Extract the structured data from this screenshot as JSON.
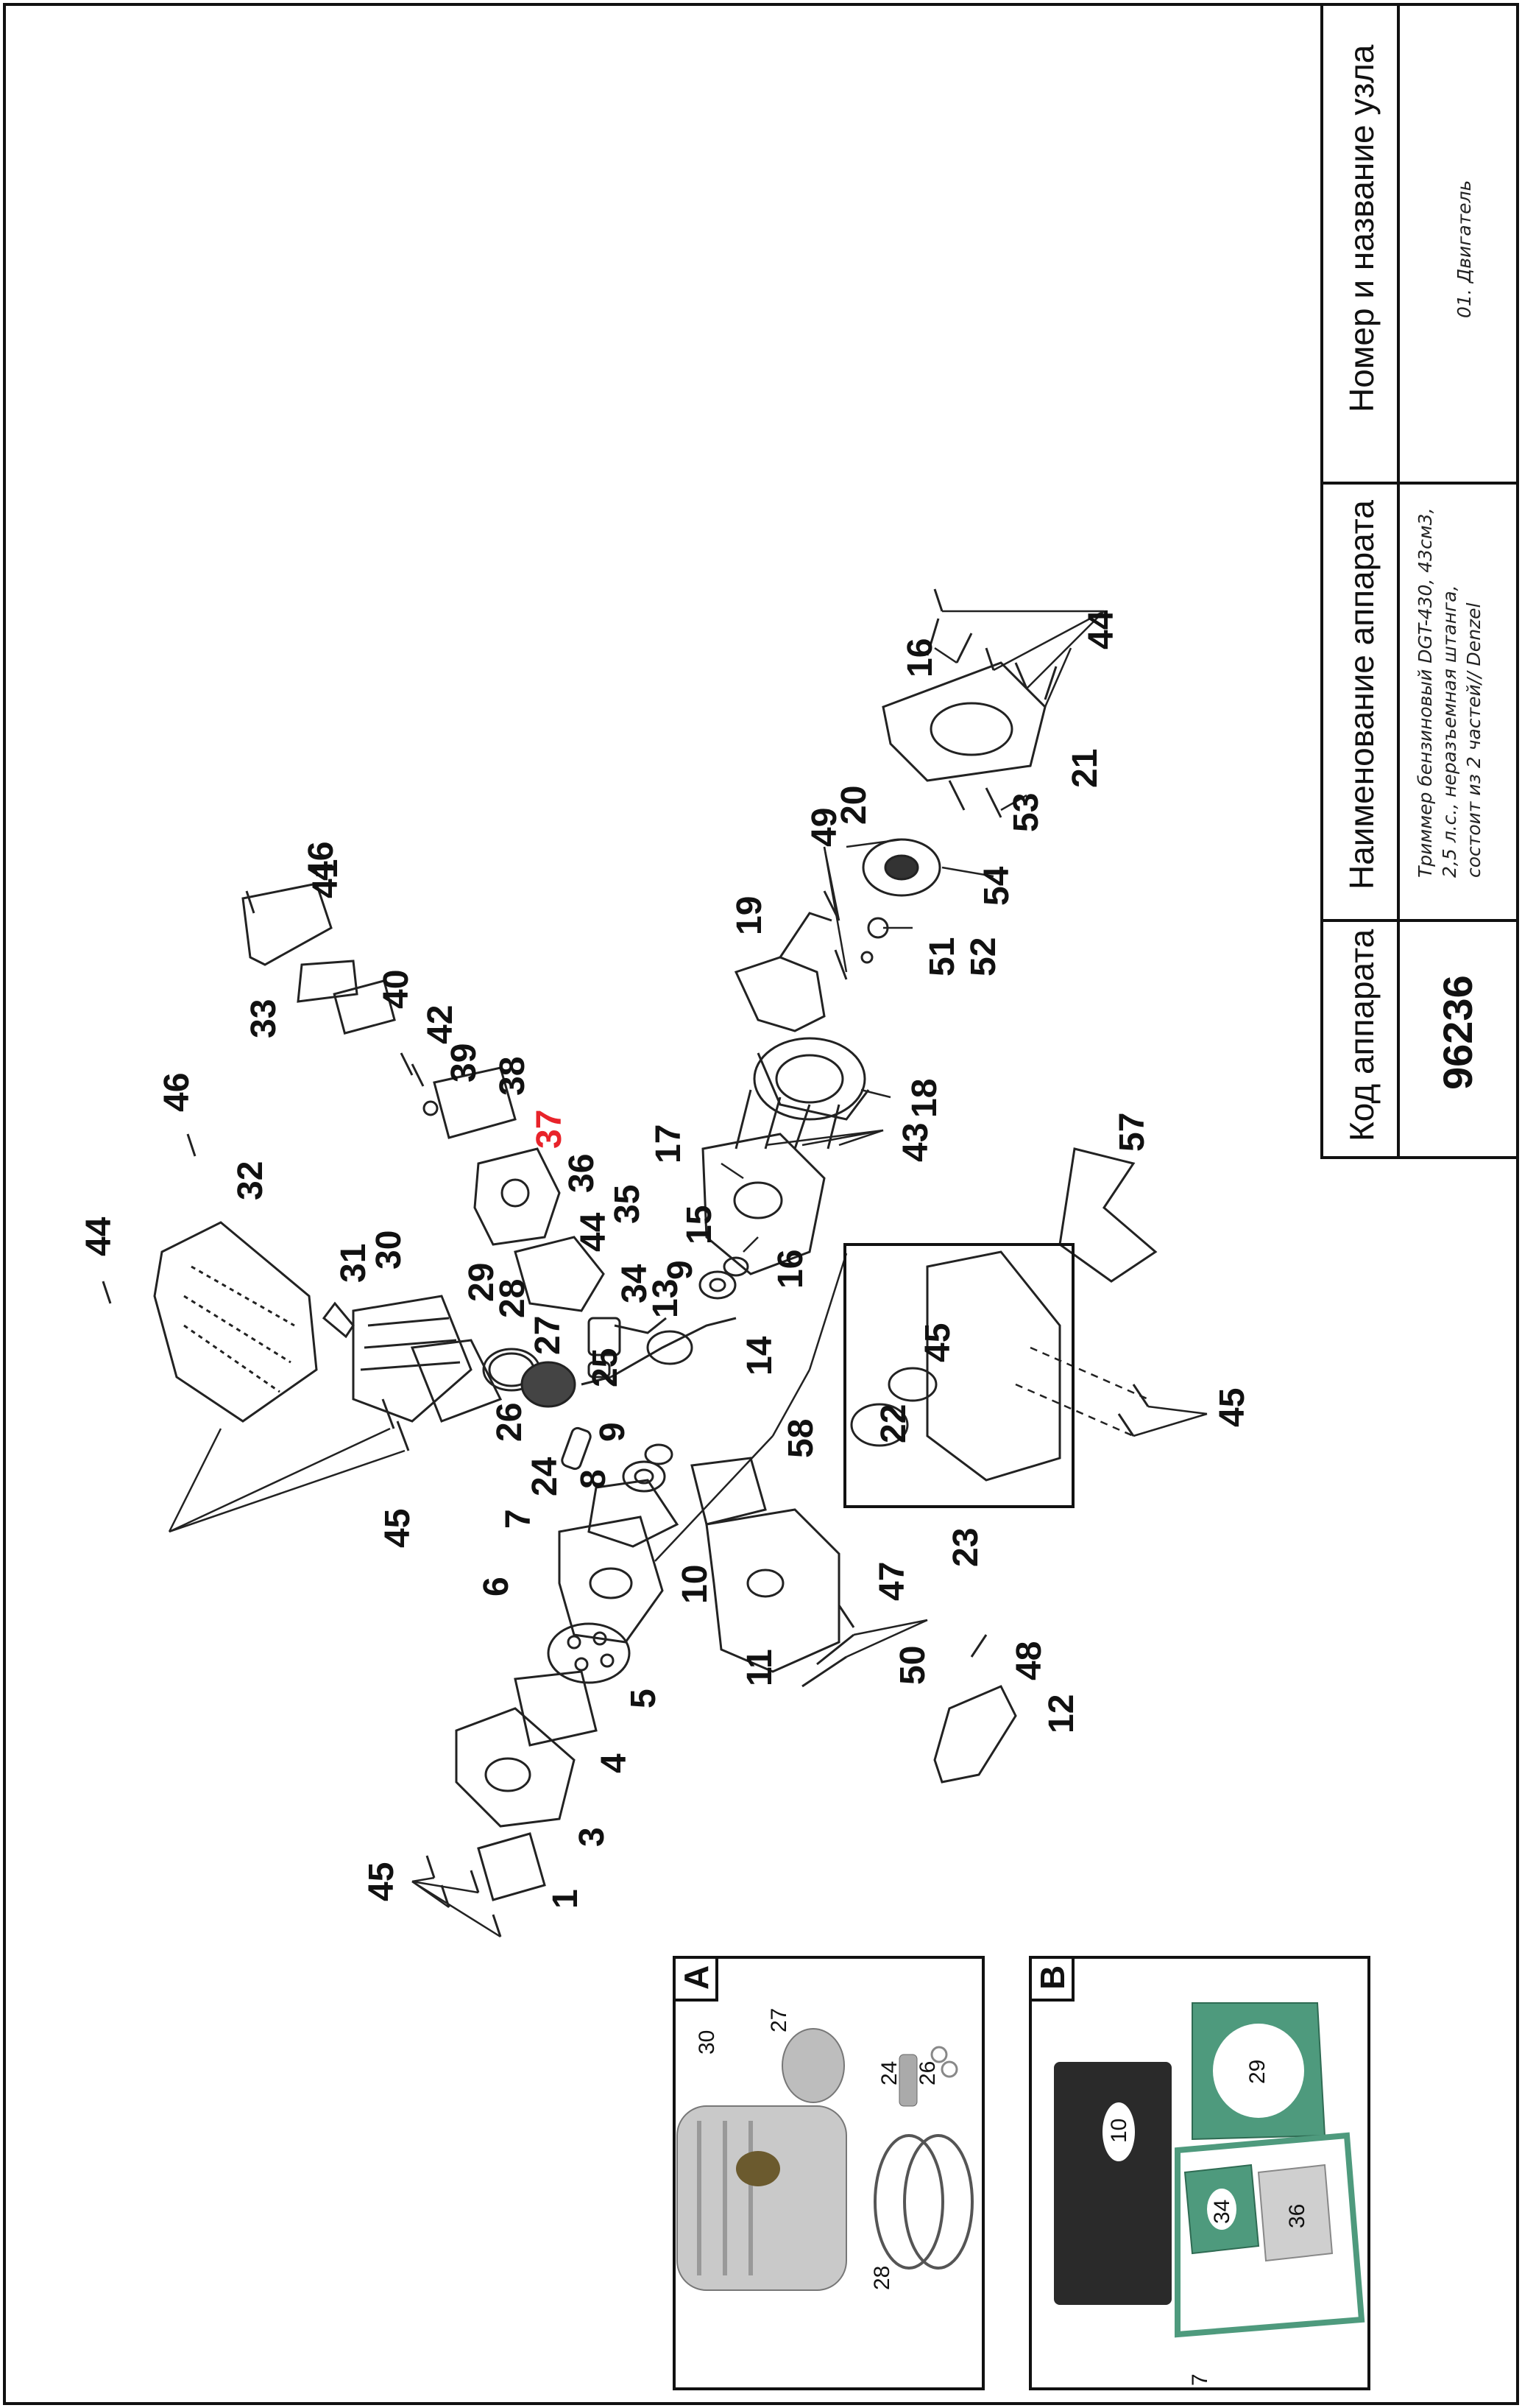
{
  "title_block": {
    "col_code_header": "Код аппарата",
    "col_name_header": "Наименование аппарата",
    "col_node_header": "Номер и название узла",
    "code_value": "96236",
    "name_line1": "Триммер бензиновый DGT-430, 43см3,",
    "name_line2": "2,5 л.с., неразъемная штанга,",
    "name_line3": "состоит из 2 частей// Denzel",
    "node_value": "01. Двигатель"
  },
  "inset_a": {
    "letter": "A",
    "labels": [
      "30",
      "27",
      "24",
      "26",
      "28"
    ]
  },
  "inset_b": {
    "letter": "B",
    "labels": [
      "29",
      "10",
      "34",
      "36",
      "7"
    ]
  },
  "highlight_color": "#e8232a",
  "part_labels": [
    "1",
    "3",
    "4",
    "5",
    "6",
    "7",
    "8",
    "9",
    "9",
    "10",
    "11",
    "12",
    "13",
    "14",
    "15",
    "16",
    "16",
    "17",
    "18",
    "19",
    "20",
    "21",
    "22",
    "23",
    "24",
    "25",
    "26",
    "27",
    "28",
    "29",
    "30",
    "31",
    "32",
    "33",
    "34",
    "35",
    "36",
    "37",
    "38",
    "39",
    "40",
    "41",
    "42",
    "43",
    "44",
    "44",
    "44",
    "45",
    "45",
    "45",
    "45",
    "46",
    "46",
    "47",
    "48",
    "49",
    "50",
    "51",
    "52",
    "53",
    "54",
    "57",
    "58"
  ]
}
